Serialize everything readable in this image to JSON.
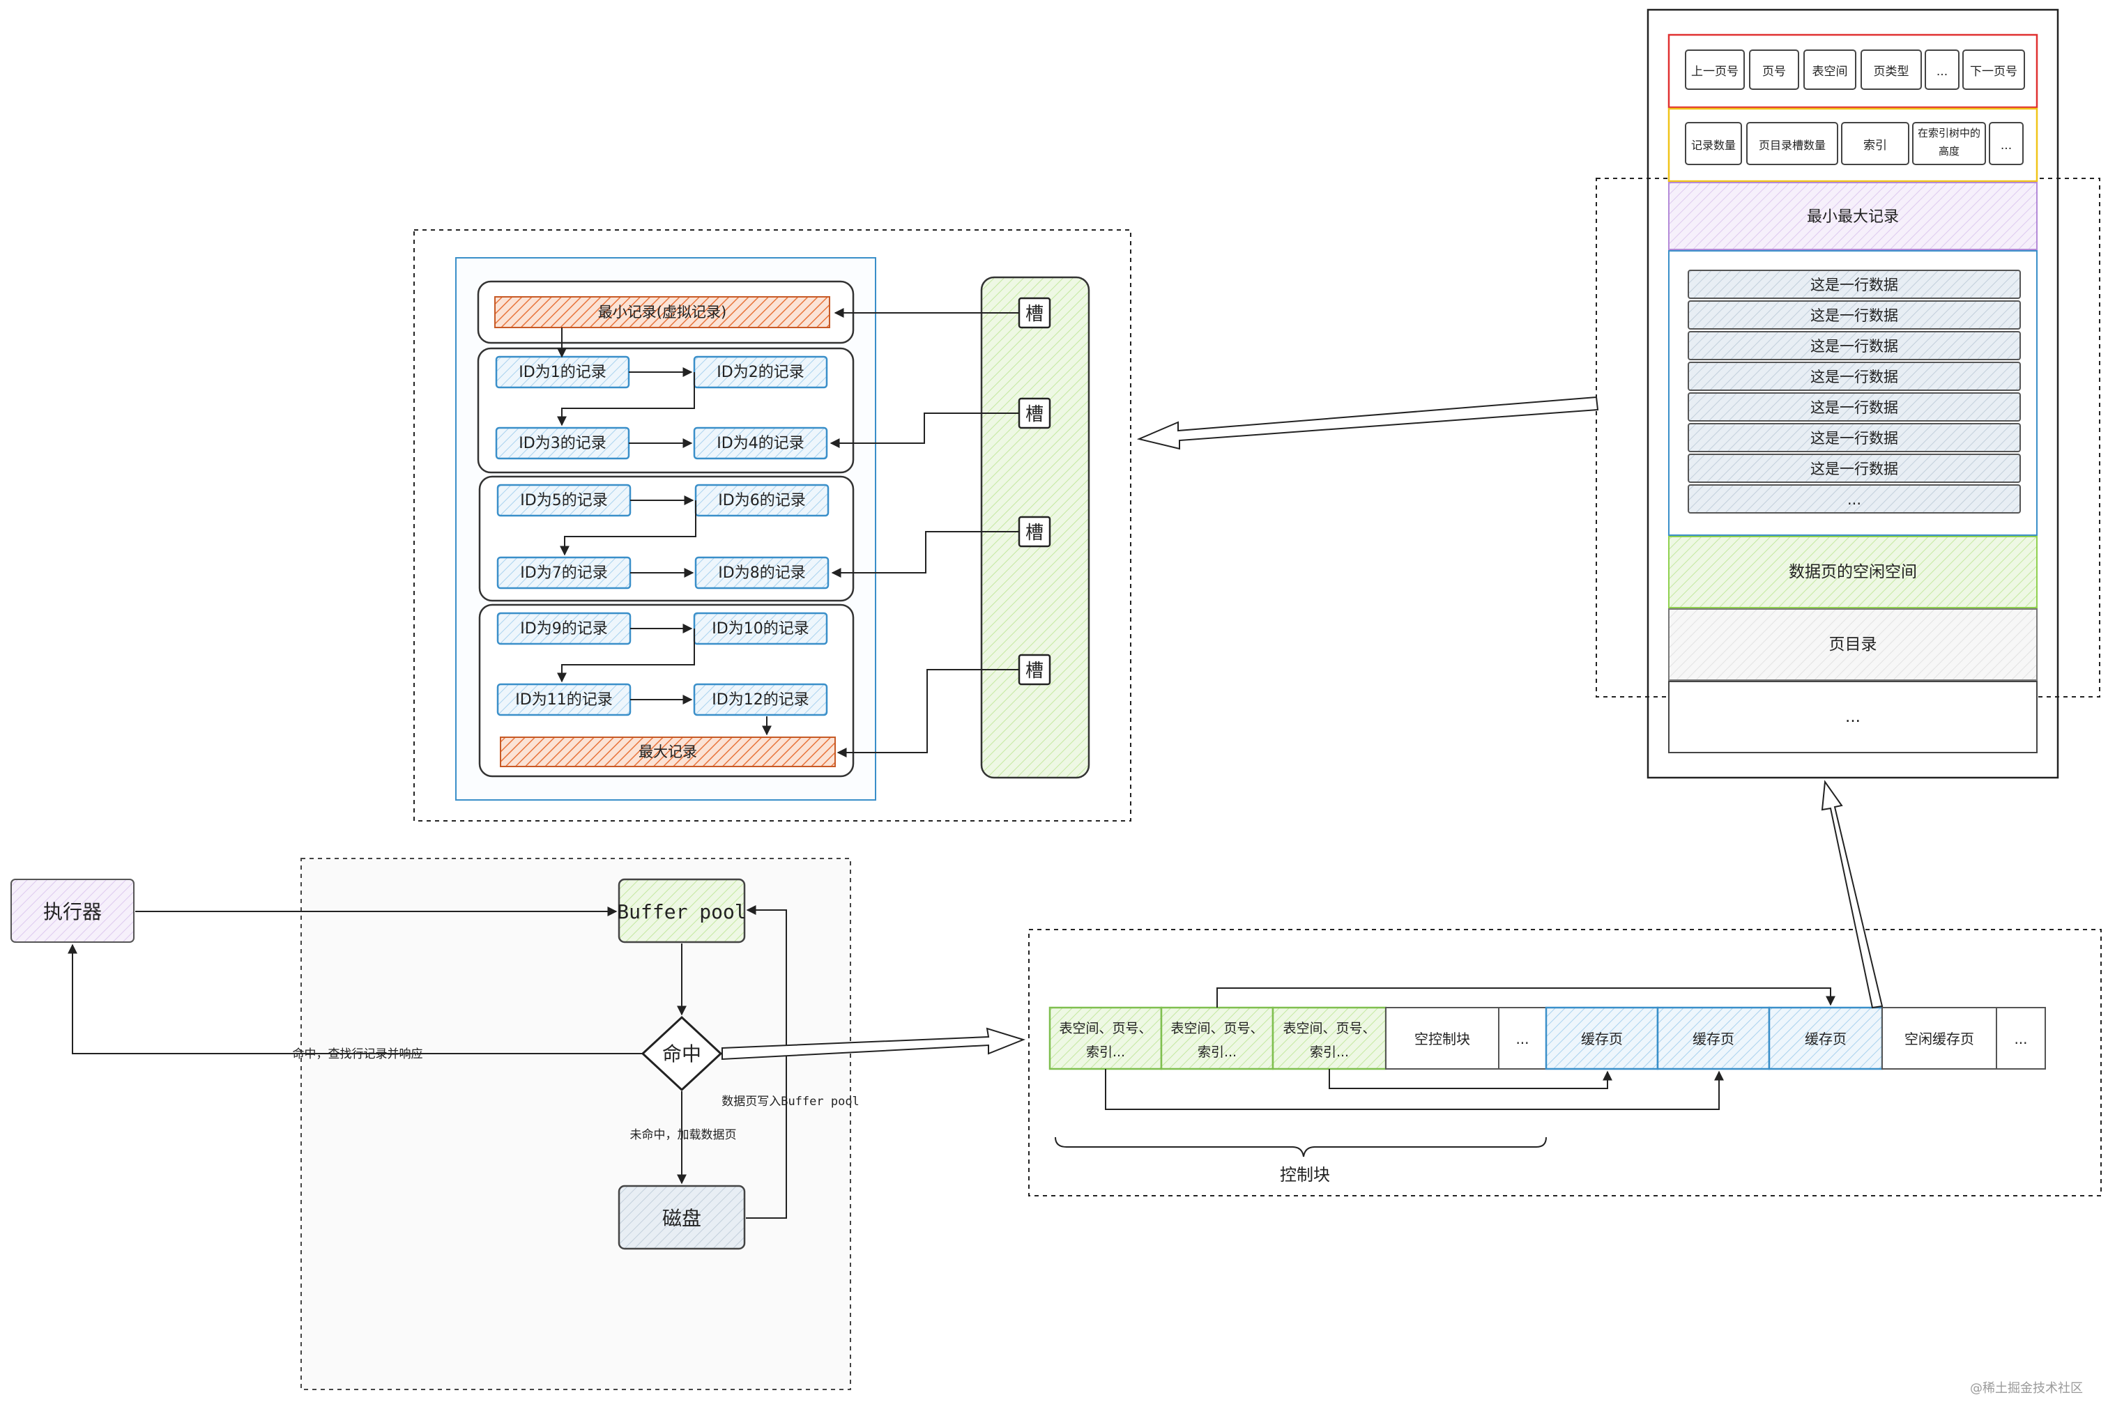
{
  "diagram": {
    "executor": "执行器",
    "buffer_pool": "Buffer pool",
    "hit": "命中",
    "disk": "磁盘",
    "hit_label": "命中，查找行记录并响应",
    "miss_label": "未命中，加载数据页",
    "write_label": "数据页写入Buffer pool",
    "slot": "槽",
    "min_record_virtual": "最小记录(虚拟记录)",
    "max_record": "最大记录",
    "records": [
      "ID为1的记录",
      "ID为2的记录",
      "ID为3的记录",
      "ID为4的记录",
      "ID为5的记录",
      "ID为6的记录",
      "ID为7的记录",
      "ID为8的记录",
      "ID为9的记录",
      "ID为10的记录",
      "ID为11的记录",
      "ID为12的记录"
    ],
    "page_header": [
      "上一页号",
      "页号",
      "表空间",
      "页类型",
      "...",
      "下一页号"
    ],
    "page_header2": [
      "记录数量",
      "页目录槽数量",
      "索引",
      "在索引树中的高度",
      "..."
    ],
    "min_max_record": "最小最大记录",
    "row_data": "这是一行数据",
    "ellipsis": "...",
    "free_space": "数据页的空闲空间",
    "page_directory": "页目录",
    "ctrl_block_text": "表空间、页号、索引...",
    "free_ctrl_block": "空控制块",
    "cache_page": "缓存页",
    "free_cache_page": "空闲缓存页",
    "control_block": "控制块",
    "watermark": "@稀土掘金技术社区"
  },
  "colors": {
    "orange": "#e8743b",
    "blue": "#3a8fc9",
    "green": "#8fd14f",
    "purple": "#b48ad8",
    "red": "#e03131",
    "yellow": "#f0c419"
  }
}
